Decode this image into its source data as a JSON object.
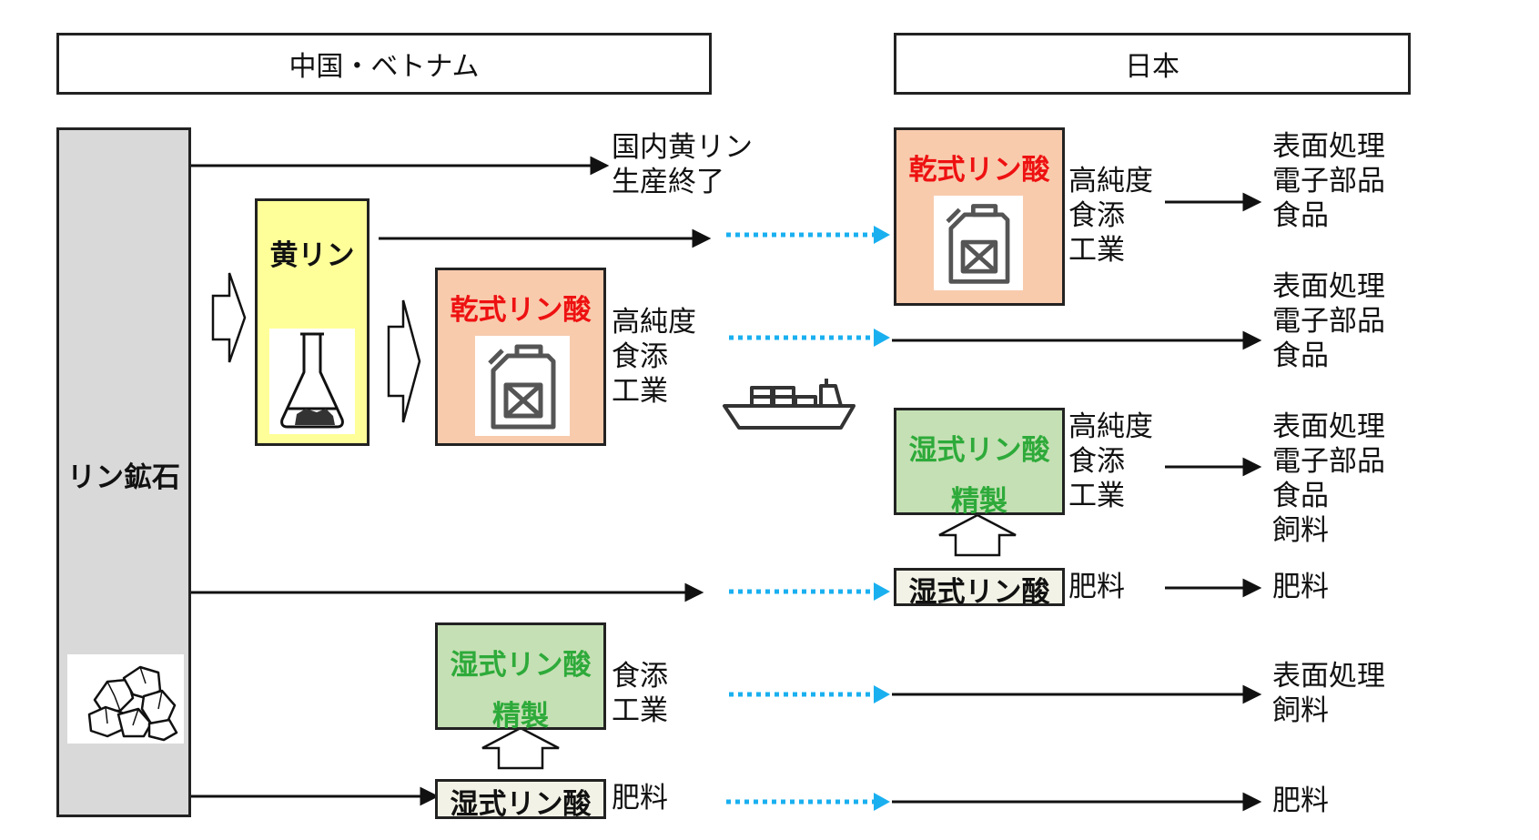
{
  "headers": {
    "left": "中国・ベトナム",
    "right": "日本"
  },
  "sources": {
    "ore": "リン鉱石"
  },
  "left_boxes": {
    "yellow_p": "黄リン",
    "dry_acid": "乾式リン酸",
    "wet_refined_line1": "湿式リン酸",
    "wet_refined_line2": "精製",
    "wet_acid": "湿式リン酸"
  },
  "left_labels": {
    "domestic_end_line1": "国内黄リン",
    "domestic_end_line2": "生産終了",
    "dry_uses": [
      "高純度",
      "食添",
      "工業"
    ],
    "wet_refined_uses": [
      "食添",
      "工業"
    ],
    "wet_uses": [
      "肥料"
    ]
  },
  "right_boxes": {
    "dry_acid": "乾式リン酸",
    "wet_refined_line1": "湿式リン酸",
    "wet_refined_line2": "精製",
    "wet_acid": "湿式リン酸"
  },
  "right_labels": {
    "dry_uses": [
      "高純度",
      "食添",
      "工業"
    ],
    "wet_refined_uses": [
      "高純度",
      "食添",
      "工業"
    ],
    "wet_uses": [
      "肥料"
    ]
  },
  "applications": {
    "row1": [
      "表面処理",
      "電子部品",
      "食品"
    ],
    "row2": [
      "表面処理",
      "電子部品",
      "食品"
    ],
    "row3": [
      "表面処理",
      "電子部品",
      "食品",
      "飼料"
    ],
    "row4": [
      "肥料"
    ],
    "row5": [
      "表面処理",
      "飼料"
    ],
    "row6": [
      "肥料"
    ]
  },
  "icons": {
    "ore": "rock-pile-icon",
    "yellow_p": "flask-icon",
    "dry_acid": "jerry-can-icon",
    "ship": "cargo-ship-icon"
  },
  "colors": {
    "ore_fill": "#d9d9d9",
    "yellow_fill": "#ffff99",
    "dry_fill": "#f8cbad",
    "wet_refined_fill": "#c5e0b4",
    "wet_fill": "#f2f2e6",
    "dotted_arrow": "#1ab0f0",
    "red_text": "#ee1111",
    "green_text": "#2eaa3a"
  }
}
